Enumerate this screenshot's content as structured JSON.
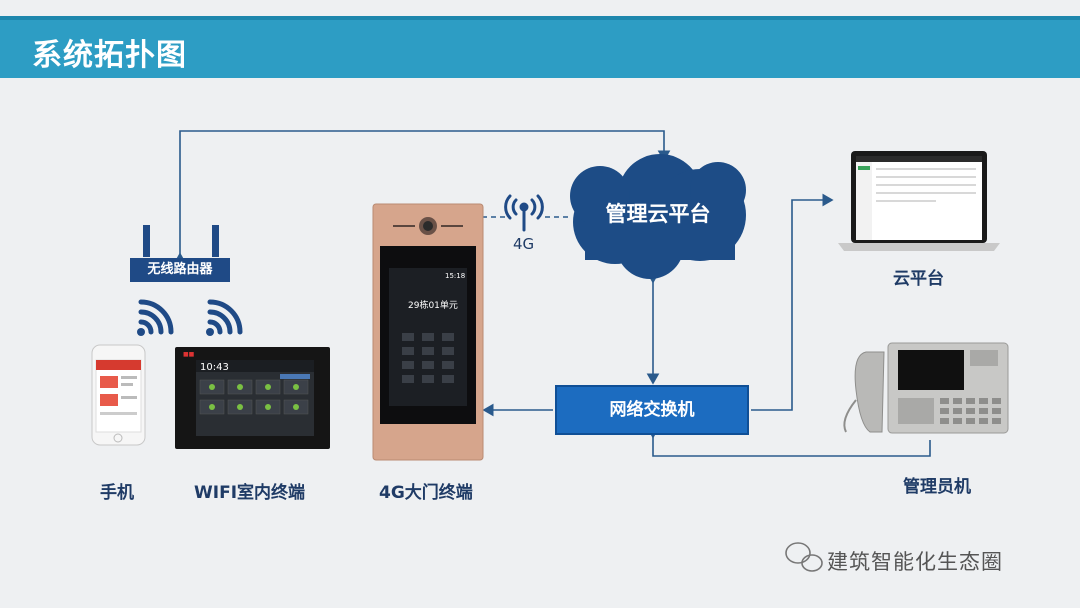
{
  "title": "系统拓扑图",
  "nodes": {
    "router": "无线路由器",
    "cloud": "管理云平台",
    "antenna": "4G",
    "switch": "网络交换机",
    "phone": "手机",
    "wifi_terminal": "WIFI室内终端",
    "gate_terminal": "4G大门终端",
    "cloud_platform": "云平台",
    "admin_console": "管理员机"
  },
  "screens": {
    "wifi_time": "10:43",
    "gate_time": "15:18",
    "gate_unit": "29栋01单元"
  },
  "watermark": "建筑智能化生态圈",
  "colors": {
    "title_bar": "#2d9dc4",
    "cloud": "#1d4c86",
    "switch": "#1c6cc0",
    "connector": "#2a5a8c",
    "label": "#1f3b66"
  }
}
